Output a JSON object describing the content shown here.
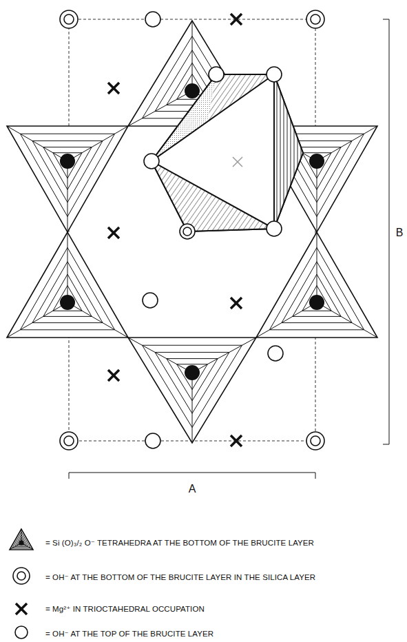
{
  "diagram": {
    "labels": [
      "A",
      "B"
    ],
    "legend": [
      {
        "text": "= Si (O)₃/₂ O⁻ TETRAHEDRA AT THE BOTTOM OF THE BRUCITE LAYER"
      },
      {
        "text": "= OH⁻ AT THE BOTTOM OF THE BRUCITE LAYER IN THE SILICA LAYER"
      },
      {
        "text": "= Mg²⁺ IN TRIOCTAHEDRAL OCCUPATION"
      },
      {
        "text": "= OH⁻ AT THE TOP OF THE BRUCITE LAYER"
      }
    ]
  }
}
